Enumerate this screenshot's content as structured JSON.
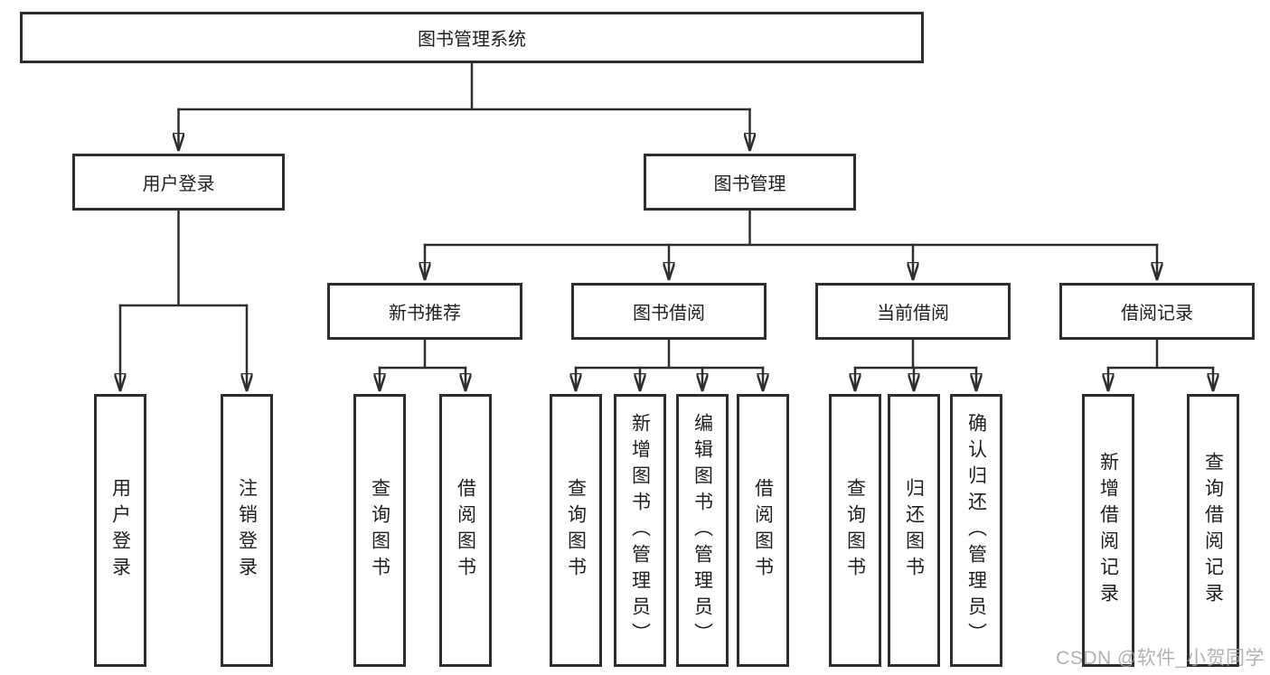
{
  "diagram": {
    "root": {
      "label": "图书管理系统"
    },
    "level2": [
      {
        "label": "用户登录",
        "parent": "图书管理系统"
      },
      {
        "label": "图书管理",
        "parent": "图书管理系统"
      }
    ],
    "level3": [
      {
        "label": "新书推荐",
        "parent": "图书管理"
      },
      {
        "label": "图书借阅",
        "parent": "图书管理"
      },
      {
        "label": "当前借阅",
        "parent": "图书管理"
      },
      {
        "label": "借阅记录",
        "parent": "图书管理"
      }
    ],
    "leaves": [
      {
        "label": "用户登录",
        "parent": "用户登录"
      },
      {
        "label": "注销登录",
        "parent": "用户登录"
      },
      {
        "label": "查询图书",
        "parent": "新书推荐"
      },
      {
        "label": "借阅图书",
        "parent": "新书推荐"
      },
      {
        "label": "查询图书",
        "parent": "图书借阅"
      },
      {
        "label": "新增图书（管理员）",
        "parent": "图书借阅"
      },
      {
        "label": "编辑图书（管理员）",
        "parent": "图书借阅"
      },
      {
        "label": "借阅图书",
        "parent": "图书借阅"
      },
      {
        "label": "查询图书",
        "parent": "当前借阅"
      },
      {
        "label": "归还图书",
        "parent": "当前借阅"
      },
      {
        "label": "确认归还（管理员）",
        "parent": "当前借阅"
      },
      {
        "label": "新增借阅记录",
        "parent": "借阅记录"
      },
      {
        "label": "查询借阅记录",
        "parent": "借阅记录"
      }
    ]
  },
  "watermark": {
    "text": "CSDN @软件_小贺同学"
  },
  "colors": {
    "line": "#2e2e2e",
    "box_border": "#2e2e2e",
    "box_fill": "#ffffff",
    "text": "#1f1f1f",
    "watermark": "#a5a5a5",
    "background": "#ffffff"
  }
}
